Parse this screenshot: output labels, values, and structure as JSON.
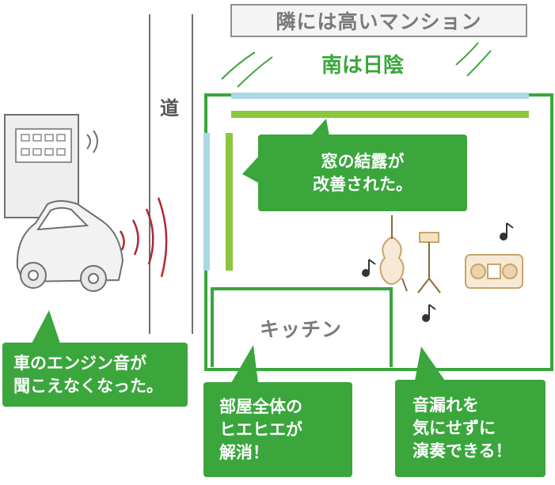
{
  "labels": {
    "neighbor": "隣には高いマンション",
    "south": "南は日陰",
    "road": "道",
    "kitchen": "キッチン"
  },
  "callouts": {
    "window": "窓の結露が\n改善された。",
    "car": "車のエンジン音が\n聞こえなくなった。",
    "kitchen": "部屋全体の\nヒエヒエが\n解消！",
    "sound": "音漏れを\n気にせずに\n演奏できる！"
  },
  "colors": {
    "accent_green": "#3aa63c",
    "insulation_green": "#8cc63f",
    "window_blue": "#a9d8e6",
    "sound_wave_red": "#b0282d",
    "line_gray": "#6f6f6f"
  },
  "icons": {
    "building": "apartment-building-icon",
    "car": "car-icon",
    "instruments": "musical-instruments-icon",
    "notes": "music-note-icon"
  }
}
